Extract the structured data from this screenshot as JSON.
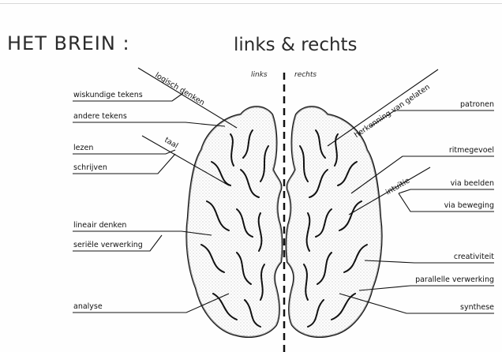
{
  "title": {
    "left": "HET BREIN :",
    "right": "links & rechts"
  },
  "sides": {
    "left": "links",
    "right": "rechts"
  },
  "left_labels": {
    "wiskundige": "wiskundige tekens",
    "andere": "andere tekens",
    "lezen": "lezen",
    "schrijven": "schrijven",
    "lineair": "lineair denken",
    "serieel": "seriële verwerking",
    "analyse": "analyse",
    "logisch": "logisch denken",
    "taal": "taal"
  },
  "right_labels": {
    "patronen": "patronen",
    "ritme": "ritmegevoel",
    "beelden": "via beelden",
    "beweging": "via beweging",
    "creativiteit": "creativiteit",
    "parallel": "parallelle verwerking",
    "synthese": "synthese",
    "herkenning": "herkenning van gelaten",
    "intuitie": "intuïtie"
  }
}
